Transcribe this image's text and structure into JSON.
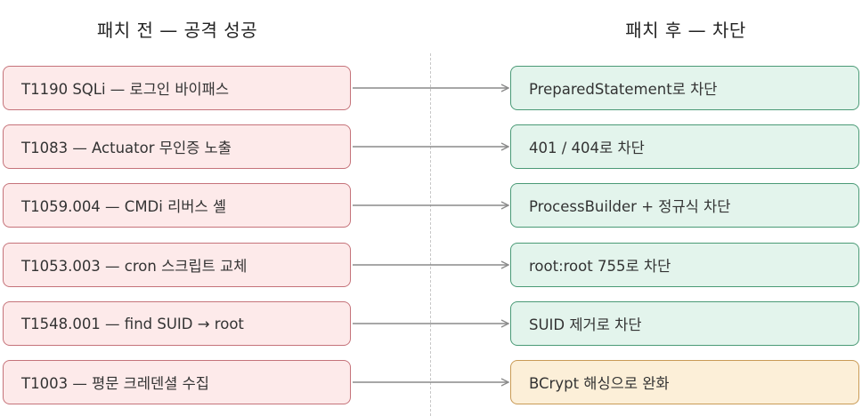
{
  "titles": {
    "left": "패치 전 — 공격 성공",
    "right": "패치 후 — 차단"
  },
  "colors": {
    "attack_fill": "#fdeaea",
    "attack_border": "#c5737a",
    "blocked_fill": "#e3f4ec",
    "blocked_border": "#4a9a76",
    "mitigated_fill": "#fcefd8",
    "mitigated_border": "#c99a55",
    "arrow": "#8a8a8a"
  },
  "rows": [
    {
      "attack": "T1190 SQLi — 로그인 바이패스",
      "defense": "PreparedStatement로 차단",
      "status": "blocked"
    },
    {
      "attack": "T1083 — Actuator 무인증 노출",
      "defense": "401 / 404로 차단",
      "status": "blocked"
    },
    {
      "attack": "T1059.004 — CMDi 리버스 셸",
      "defense": "ProcessBuilder + 정규식 차단",
      "status": "blocked"
    },
    {
      "attack": "T1053.003 — cron 스크립트 교체",
      "defense": "root:root 755로 차단",
      "status": "blocked"
    },
    {
      "attack": "T1548.001 — find SUID → root",
      "defense": "SUID 제거로 차단",
      "status": "blocked"
    },
    {
      "attack": "T1003 — 평문 크레덴셜 수집",
      "defense": "BCrypt 해싱으로 완화",
      "status": "mitigated"
    }
  ]
}
